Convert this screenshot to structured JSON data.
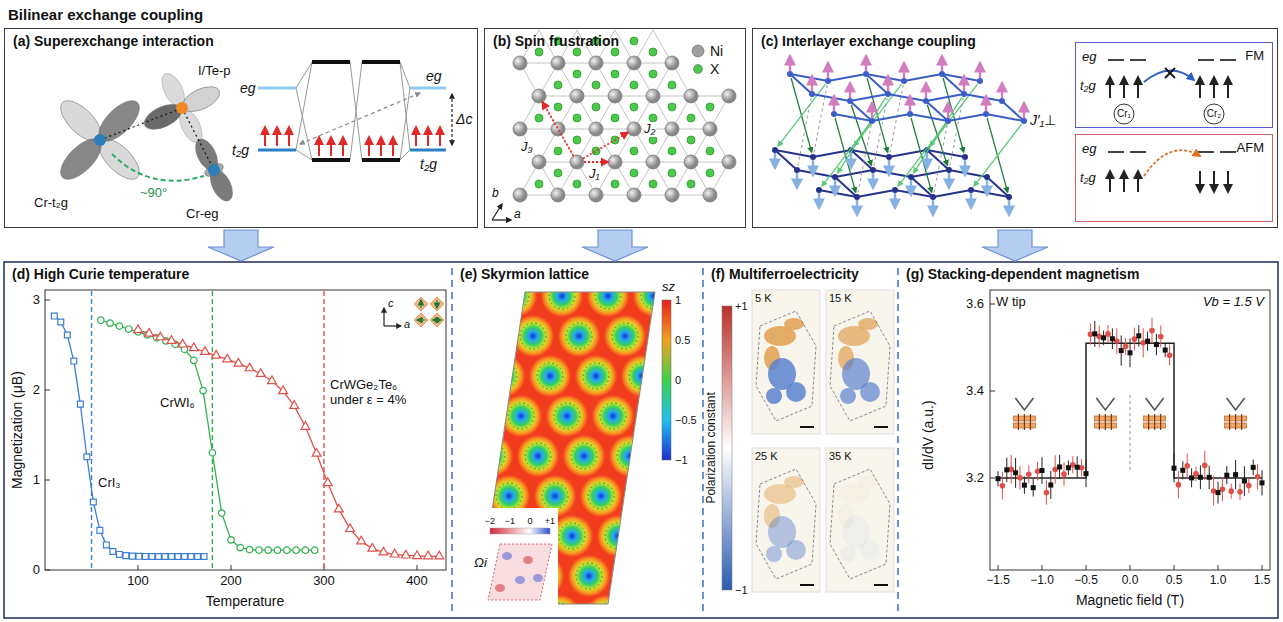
{
  "diagram": {
    "title": "Bilinear exchange coupling",
    "nodes": [
      {
        "text": [
          "(a) Superexchange interaction"
        ]
      },
      {
        "text": [
          "(b) Spin frustration"
        ]
      },
      {
        "text": [
          "(c) Interlayer exchange coupling"
        ]
      },
      {
        "text": [
          "FM"
        ],
        "in": 2
      },
      {
        "text": [
          "AFM"
        ],
        "in": 2
      },
      {
        "text": [
          "(d) High Curie temperature"
        ]
      },
      {
        "text": [
          "(e) Skyrmion lattice"
        ]
      },
      {
        "text": [
          "(f) Multiferroelectricity"
        ]
      },
      {
        "text": [
          "(g) Stacking-dependent magnetism"
        ]
      }
    ],
    "edges": [
      {
        "from": 0,
        "to": 5,
        "arrow": "to"
      },
      {
        "from": 1,
        "to": 6,
        "arrow": "to"
      },
      {
        "from": 2,
        "to": 8,
        "arrow": "to"
      }
    ],
    "labels": [
      "I/Te-p",
      "~90°",
      "Cr-t₂g",
      "Cr-eg",
      "eg",
      "t₂g",
      "eg",
      "t₂g",
      "Δc",
      "J₃",
      "J₂",
      "J₁",
      "b",
      "a",
      "J′₁⊥",
      "eg",
      "t₂g",
      "Cr₁",
      "Cr₂",
      "eg",
      "t₂g",
      "3",
      "2",
      "1",
      "0",
      "Magnetization (μB)",
      "100",
      "200",
      "300",
      "400",
      "Temperature",
      "CrI₃",
      "CrWI₆",
      "CrWGe₂Te₆ under ε = 4%",
      "c",
      "a",
      "1",
      "0.5",
      "0",
      "−0.5",
      "−1",
      "sz",
      "Ωi",
      "−2",
      "−1",
      "0",
      "+1",
      "Polarization constant",
      "+1",
      "−1",
      "5 K",
      "15 K",
      "25 K",
      "35 K",
      "W tip",
      "Vb = 1.5 V",
      "3.6",
      "3.4",
      "3.2",
      "dI/dV (a.u.)",
      "−1.5",
      "−1.0",
      "−0.5",
      "0.0",
      "0.5",
      "1.0",
      "1.5",
      "Magnetic field (T)"
    ],
    "legend": [
      {
        "text": "Ni",
        "color": "#9e9e9e"
      },
      {
        "text": "X",
        "color": "#4cc94c"
      }
    ]
  }
}
